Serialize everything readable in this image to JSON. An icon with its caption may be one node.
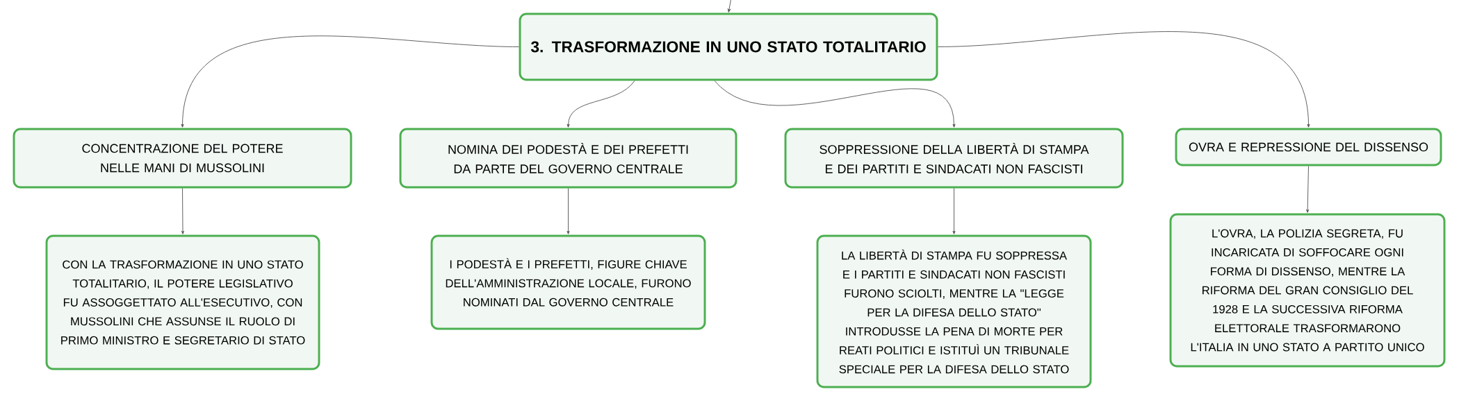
{
  "diagram": {
    "nodes": [
      {
        "text": [
          "3. TRASFORMAZIONE IN UNO STATO TOTALITARIO"
        ]
      },
      {
        "text": [
          "CONCENTRAZIONE DEL POTERE NELLE MANI DI MUSSOLINI"
        ]
      },
      {
        "text": [
          "NOMINA DEI PODESTÀ E DEI PREFETTI DA PARTE DEL GOVERNO CENTRALE"
        ]
      },
      {
        "text": [
          "SOPPRESSIONE DELLA LIBERTÀ DI STAMPA E DEI PARTITI E SINDACATI NON FASCISTI"
        ]
      },
      {
        "text": [
          "OVRA E REPRESSIONE DEL DISSENSO"
        ]
      },
      {
        "text": [
          "CON LA TRASFORMAZIONE IN UNO STATO TOTALITARIO, IL POTERE LEGISLATIVO FU ASSOGGETTATO ALL'ESECUTIVO, CON MUSSOLINI CHE ASSUNSE IL RUOLO DI PRIMO MINISTRO E SEGRETARIO DI STATO"
        ]
      },
      {
        "text": [
          "I PODESTÀ E I PREFETTI, FIGURE CHIAVE DELL'AMMINISTRAZIONE LOCALE, FURONO NOMINATI DAL GOVERNO CENTRALE"
        ]
      },
      {
        "text": [
          "LA LIBERTÀ DI STAMPA FU SOPPRESSA E I PARTITI E SINDACATI NON FASCISTI FURONO SCIOLTI, MENTRE LA \"LEGGE PER LA DIFESA DELLO STATO\" INTRODUSSE LA PENA DI MORTE PER REATI POLITICI E ISTITUÌ UN TRIBUNALE SPECIALE PER LA DIFESA DELLO STATO"
        ]
      },
      {
        "text": [
          "L'OVRA, LA POLIZIA SEGRETA, FU INCARICATA DI SOFFOCARE OGNI FORMA DI DISSENSO, MENTRE LA RIFORMA DEL GRAN CONSIGLIO DEL 1928 E LA SUCCESSIVA RIFORMA ELETTORALE TRASFORMARONO L'ITALIA IN UNO STATO A PARTITO UNICO"
        ]
      }
    ],
    "edges": [
      {
        "from": null,
        "to": 0,
        "arrow": "to"
      },
      {
        "from": 0,
        "to": 1,
        "arrow": "to"
      },
      {
        "from": 0,
        "to": 2,
        "arrow": "to"
      },
      {
        "from": 0,
        "to": 3,
        "arrow": "to"
      },
      {
        "from": 0,
        "to": 4,
        "arrow": "to"
      },
      {
        "from": 1,
        "to": 5,
        "arrow": "to"
      },
      {
        "from": 2,
        "to": 6,
        "arrow": "to"
      },
      {
        "from": 3,
        "to": 7,
        "arrow": "to"
      },
      {
        "from": 4,
        "to": 8,
        "arrow": "to"
      }
    ]
  }
}
